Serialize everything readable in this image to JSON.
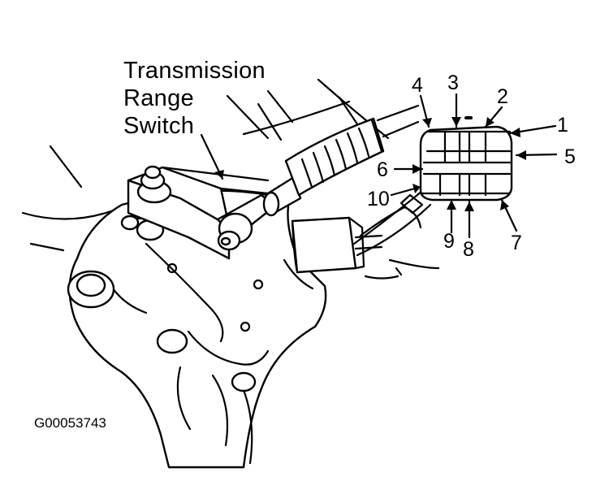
{
  "label": {
    "line1": "Transmission",
    "line2": "Range",
    "line3": "Switch"
  },
  "pins": [
    "1",
    "2",
    "3",
    "4",
    "5",
    "6",
    "7",
    "8",
    "9",
    "10"
  ],
  "figure_code": "G00053743"
}
